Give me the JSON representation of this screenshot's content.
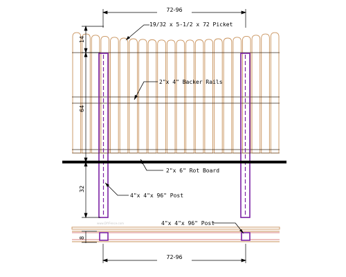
{
  "labels": {
    "picket": "19/32 x 5-1/2 x 72 Picket",
    "backer_rails": "2\"x 4\" Backer Rails",
    "rot_board": "2\"x 6\" Rot Board",
    "post_elevation": "4\"x 4\"x 96\" Post",
    "post_plan": "4\"x 4\"x 96\" Post",
    "watermark": "www.DIYFence.com"
  },
  "dimensions": {
    "top_width": "72-96",
    "bottom_width": "72-96",
    "picket_top": "14",
    "panel_height": "64",
    "below_grade": "32",
    "plan_depth": "8"
  },
  "colors": {
    "wood": "#c8915a",
    "post": "#7a1fa3",
    "rot_board": "#000000",
    "plan_rail": "#c8915a",
    "plan_inner": "#d98080"
  },
  "picket_count": 22
}
